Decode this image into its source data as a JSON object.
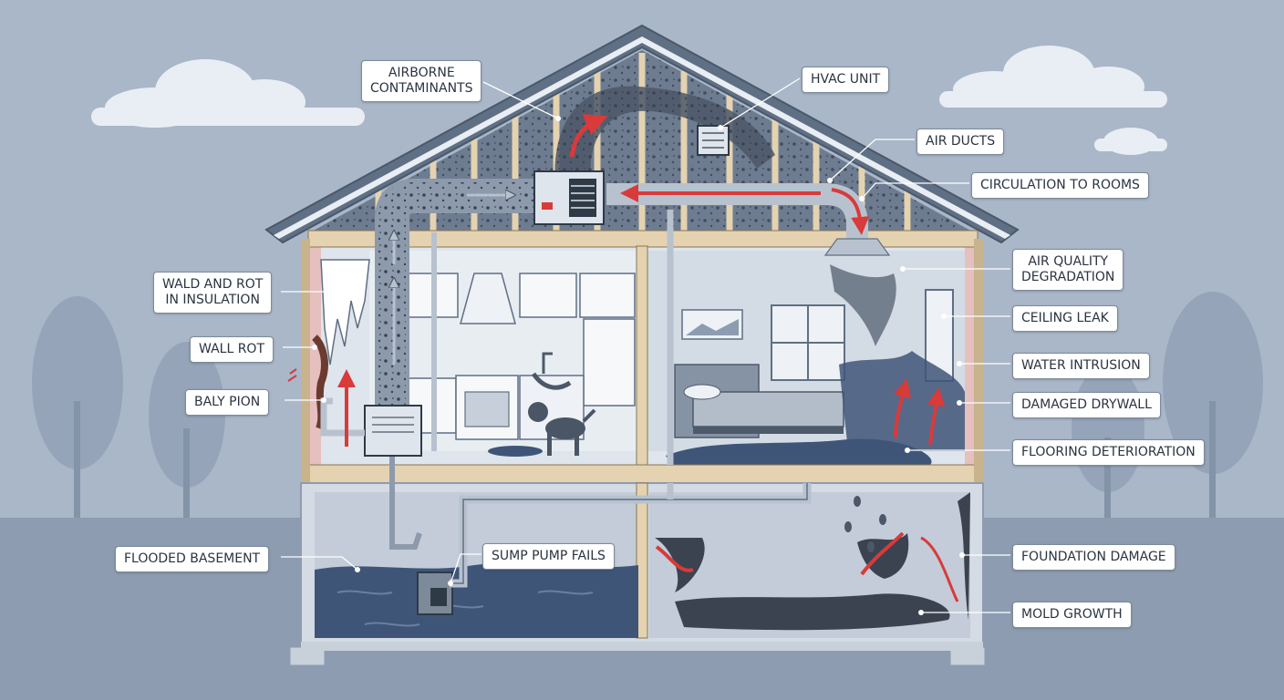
{
  "diagram": {
    "labels": {
      "airborne_contaminants": "AIRBORNE\nCONTAMINANTS",
      "hvac_unit": "HVAC UNIT",
      "air_ducts": "AIR DUCTS",
      "circulation_to_rooms": "CIRCULATION TO ROOMS",
      "air_quality_degradation": "AIR QUALITY\nDEGRADATION",
      "ceiling_leak": "CEILING LEAK",
      "water_intrusion": "WATER INTRUSION",
      "damaged_drywall": "DAMAGED DRYWALL",
      "flooring_deterioration": "FLOORING DETERIORATION",
      "foundation_damage": "FOUNDATION DAMAGE",
      "mold_growth": "MOLD GROWTH",
      "wald_and_rot": "WALD AND ROT\nIN INSULATION",
      "wall_rot": "WALL ROT",
      "baly_pion": "BALY PION",
      "flooded_basement": "FLOODED BASEMENT",
      "sump_pump_fails": "SUMP PUMP FAILS"
    }
  },
  "colors": {
    "sky": "#a9b7c8",
    "ground": "#8d9cb0",
    "roof": "#5f6f84",
    "frame_wood": "#e4d2b0",
    "water": "#3f5578",
    "mold": "#3b4350",
    "arrow": "#d93a3a",
    "callout_bg": "#ffffff"
  },
  "icons": [
    "cloud-icon",
    "tree-icon",
    "dog-icon",
    "bed-icon",
    "window-icon",
    "hvac-unit-icon",
    "sump-pump-icon"
  ]
}
